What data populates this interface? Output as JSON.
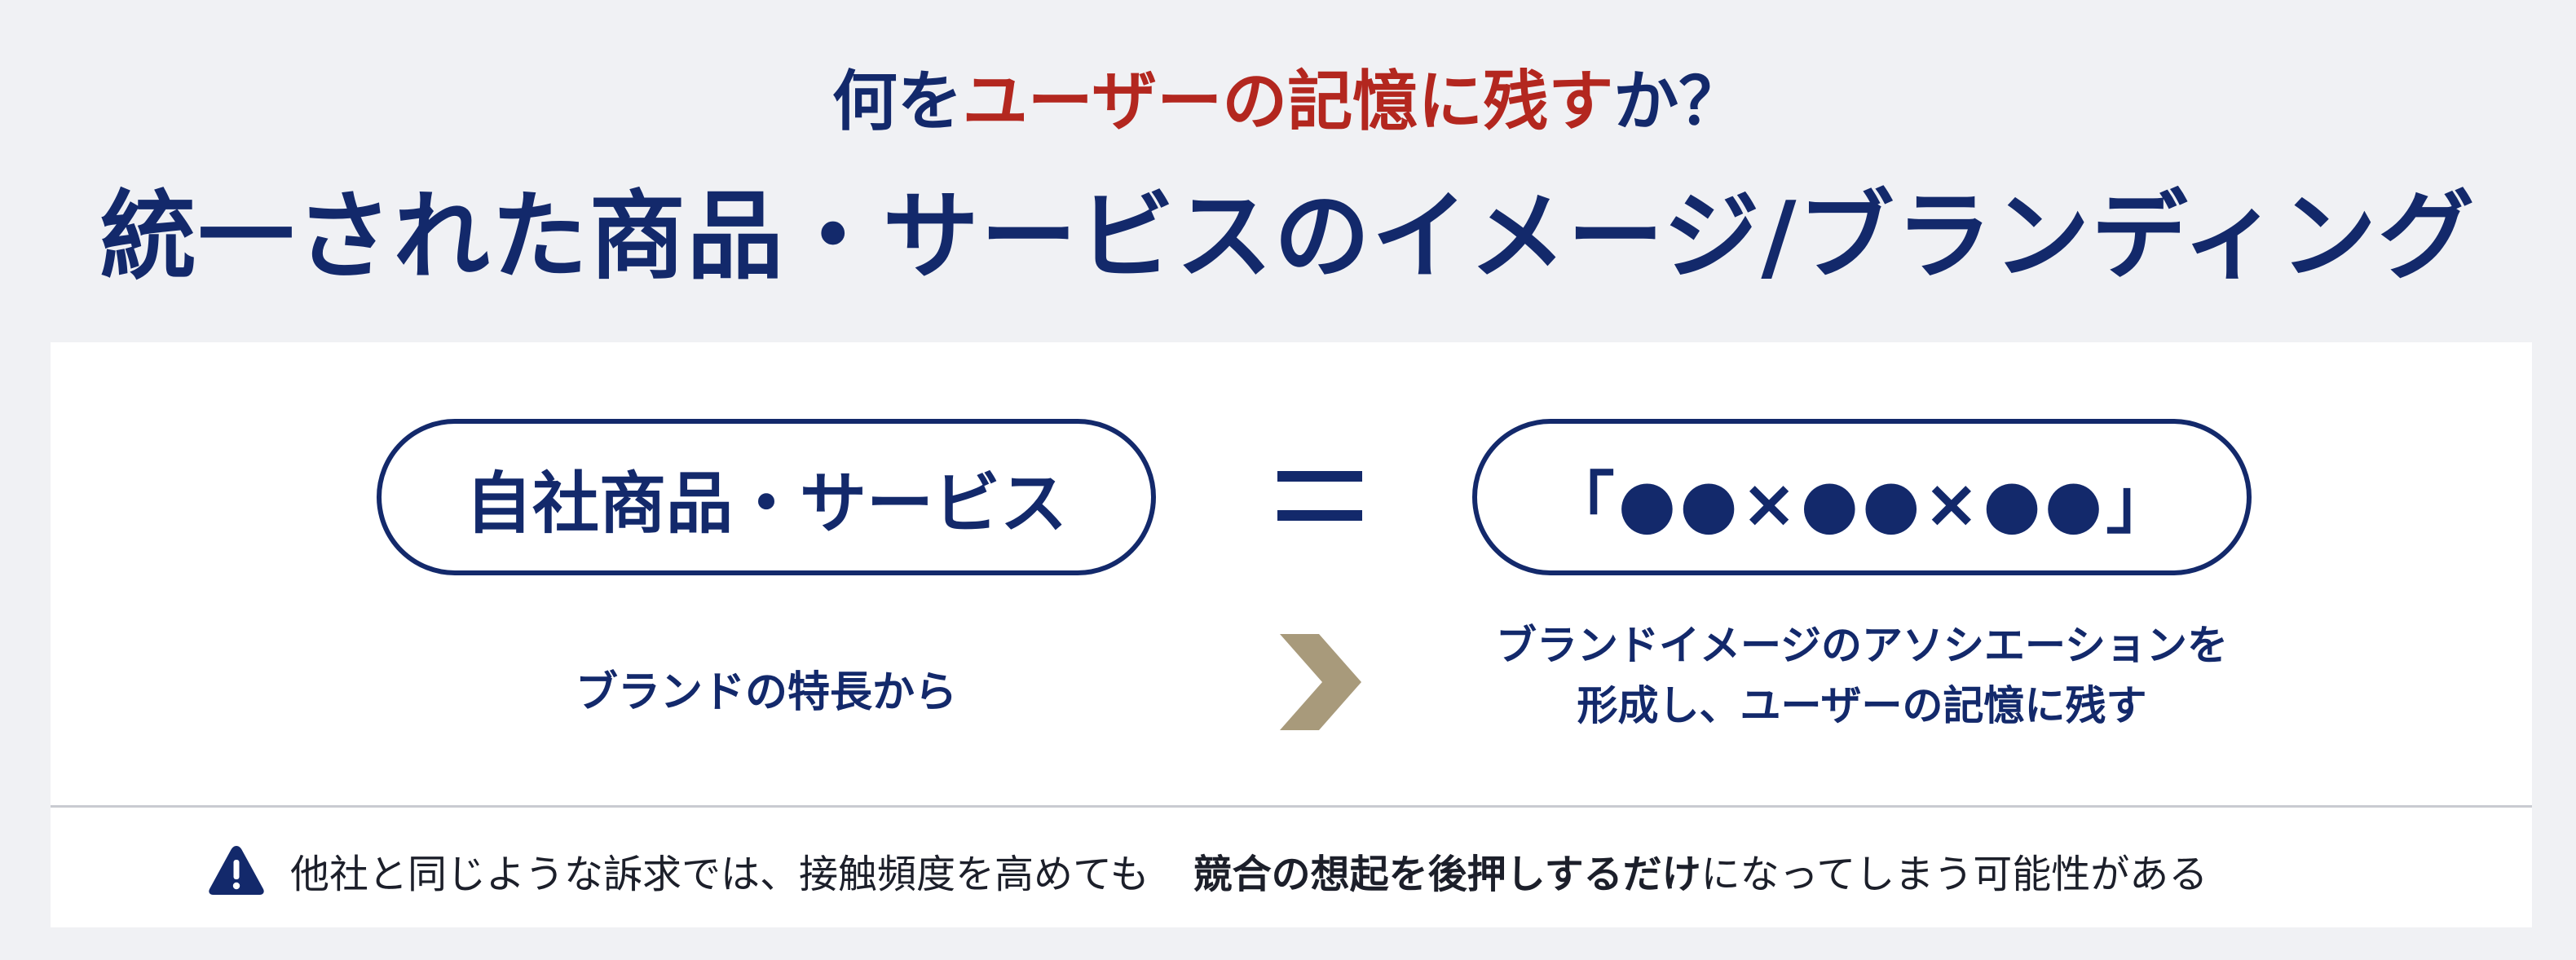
{
  "heading": {
    "question_pre": "何を",
    "question_accent": "ユーザーの記憶に残す",
    "question_post": "か？",
    "title": "統一された商品・サービスのイメージ/ブランディング"
  },
  "equation": {
    "left_label": "自社商品・サービス",
    "right_label": "「●●×●●×●●」"
  },
  "captions": {
    "left": "ブランドの特長から",
    "right_line1": "ブランドイメージのアソシエーションを",
    "right_line2": "形成し、ユーザーの記憶に残す"
  },
  "warning": {
    "icon": "warning-triangle-icon",
    "text_before": "他社と同じような訴求では、接触頻度を高めても",
    "text_bold": "競合の想起を後押しするだけ",
    "text_after": "になってしまう可能性がある"
  },
  "colors": {
    "navy": "#13296b",
    "accent_red": "#b3271f",
    "chevron_gold": "#a89a7b",
    "background": "#f0f1f4"
  }
}
